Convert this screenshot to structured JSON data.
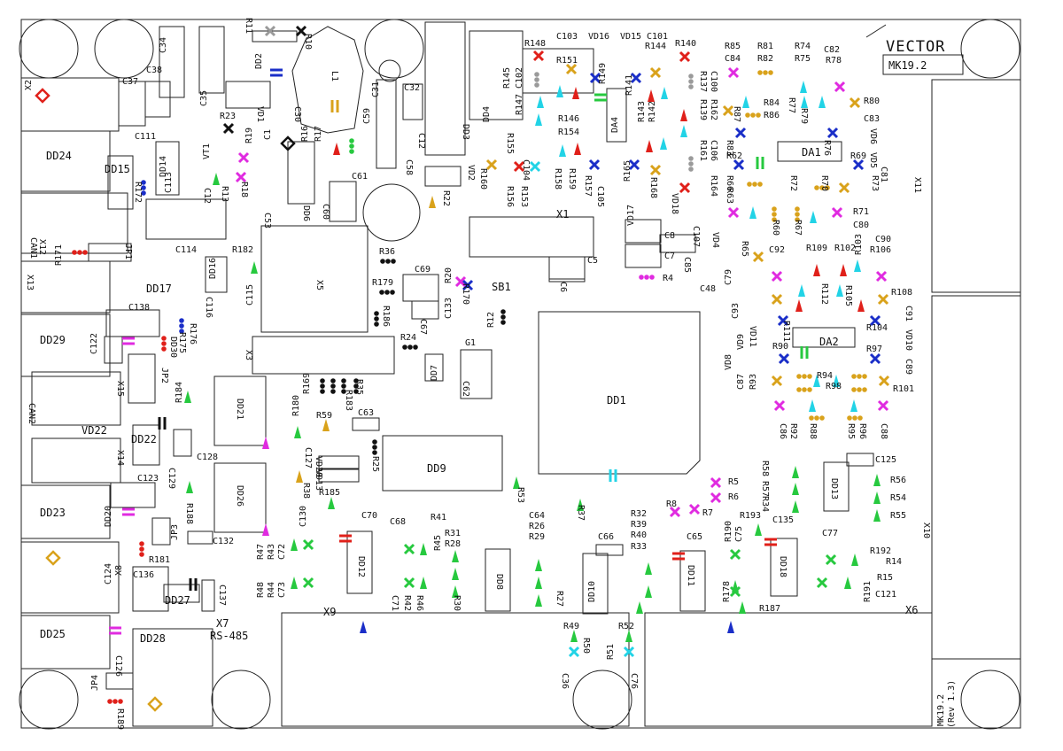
{
  "board": {
    "vendor": "VECTOR",
    "model": "MK19.2",
    "revision_line1": "MK19.2",
    "revision_line2": "(Rev 1.3)"
  },
  "marker_colors": {
    "red": "#e0201a",
    "cyan": "#22d3e6",
    "green": "#27c93f",
    "magenta": "#e02be0",
    "blue": "#1a2ec8",
    "orange": "#d9a21b",
    "black": "#111111",
    "gray": "#9a9a9a"
  },
  "labels": {
    "X2": "X2",
    "DD24": "DD24",
    "DD15": "DD15",
    "DD14": "DD14",
    "X12": "X12",
    "CAN1": "CAN1",
    "X13": "X13",
    "DD17": "DD17",
    "DD29": "DD29",
    "X15": "X15",
    "CAN2": "CAN2",
    "VD22": "VD22",
    "DD22": "DD22",
    "X14": "X14",
    "DD23": "DD23",
    "DD20": "DD20",
    "X8": "X8",
    "DD27": "DD27",
    "X7": "X7",
    "RS485": "RS-485",
    "DD25": "DD25",
    "DD28": "DD28",
    "JP4": "JP4",
    "R189": "R189",
    "C34": "C34",
    "C38": "C38",
    "C37": "C37",
    "C35": "C35",
    "C111": "C111",
    "VD1": "VD1",
    "C30": "C30",
    "R23": "R23",
    "R19": "R19",
    "VT1": "VT1",
    "R13": "R13",
    "R18": "R18",
    "C113": "C113",
    "C12": "C12",
    "R172": "R172",
    "C114": "C114",
    "R171": "R171",
    "JP1": "JP1",
    "DD16": "DD16",
    "R182": "R182",
    "C116": "C116",
    "C115": "C115",
    "C138": "C138",
    "R176": "R176",
    "R175": "R175",
    "DD30": "DD30",
    "C122": "C122",
    "JP2": "JP2",
    "X3": "X3",
    "R184": "R184",
    "DD21": "DD21",
    "C129": "C129",
    "C128": "C128",
    "DD26": "DD26",
    "C123": "C123",
    "R188": "R188",
    "JP3": "JP3",
    "C124": "C124",
    "R181": "R181",
    "C132": "C132",
    "C136": "C136",
    "C137": "C137",
    "C126": "C126",
    "R11": "R11",
    "DD2": "DD2",
    "R10": "R10",
    "L1": "L1",
    "C1": "C1",
    "R16": "R16",
    "R17": "R17",
    "C59": "C59",
    "C31": "C31",
    "C32": "C32",
    "DD3": "DD3",
    "C58": "C58",
    "C12b": "C12",
    "DD6": "DD6",
    "C53": "C53",
    "C60": "C60",
    "C61": "C61",
    "VD2": "VD2",
    "R22": "R22",
    "X5": "X5",
    "R36": "R36",
    "C69": "C69",
    "R179": "R179",
    "C67": "C67",
    "R20": "R20",
    "C133": "C133",
    "R170": "R170",
    "SB1": "SB1",
    "R186": "R186",
    "R24": "R24",
    "R12": "R12",
    "G1": "G1",
    "DD7": "DD7",
    "C62": "C62",
    "R169": "R169",
    "R183": "R183",
    "R35": "R35",
    "R180": "R180",
    "R59": "R59",
    "C63": "C63",
    "C127": "C127",
    "VD20": "VD20",
    "VD13": "VD13",
    "R25": "R25",
    "R38": "R38",
    "DD9": "DD9",
    "R185": "R185",
    "C130": "C130",
    "R47": "R47",
    "R43": "R43",
    "C72": "C72",
    "R48": "R48",
    "R44": "R44",
    "C73": "C73",
    "C70": "C70",
    "C68": "C68",
    "R41": "R41",
    "R45": "R45",
    "R31": "R31",
    "R28": "R28",
    "DD12": "DD12",
    "C71": "C71",
    "R42": "R42",
    "R46": "R46",
    "R30": "R30",
    "DD8": "DD8",
    "X9": "X9",
    "R148": "R148",
    "C103": "C103",
    "VD16": "VD16",
    "VD15": "VD15",
    "C101": "C101",
    "R144": "R144",
    "R140": "R140",
    "R145": "R145",
    "C102": "C102",
    "R147": "R147",
    "R151": "R151",
    "R149": "R149",
    "R141": "R141",
    "R137": "R137",
    "C100": "C100",
    "DD4": "DD4",
    "R146": "R146",
    "R143": "R143",
    "R142": "R142",
    "R139": "R139",
    "R162": "R162",
    "R155": "R155",
    "R154": "R154",
    "C104": "C104",
    "DA4": "DA4",
    "R161": "R161",
    "C106": "C106",
    "R160": "R160",
    "R156": "R156",
    "R153": "R153",
    "R158": "R158",
    "R159": "R159",
    "R157": "R157",
    "C105": "C105",
    "R165": "R165",
    "R168": "R168",
    "R164": "R164",
    "VD18": "VD18",
    "X1": "X1",
    "VD17": "VD17",
    "C8": "C8",
    "C107": "C107",
    "C5": "C5",
    "C6": "C6",
    "C7": "C7",
    "C85": "C85",
    "R4": "R4",
    "C48": "C48",
    "DD1": "DD1",
    "R53": "R53",
    "R37": "R37",
    "R8": "R8",
    "R7": "R7",
    "R5": "R5",
    "R6": "R6",
    "C64": "C64",
    "R26": "R26",
    "R29": "R29",
    "R32": "R32",
    "R39": "R39",
    "R40": "R40",
    "R33": "R33",
    "C66": "C66",
    "C65": "C65",
    "R27": "R27",
    "DD10": "DD10",
    "DD11": "DD11",
    "R49": "R49",
    "R50": "R50",
    "R52": "R52",
    "R51": "R51",
    "C36": "C36",
    "C76": "C76",
    "R85": "R85",
    "R81": "R81",
    "R74": "R74",
    "C82": "C82",
    "C84": "C84",
    "R82": "R82",
    "R75": "R75",
    "R78": "R78",
    "R87": "R87",
    "R84": "R84",
    "R77": "R77",
    "R80": "R80",
    "R86": "R86",
    "R79": "R79",
    "C83": "C83",
    "R83": "R83",
    "R76": "R76",
    "VD6": "VD6",
    "VD5": "VD5",
    "C81": "C81",
    "DA1": "DA1",
    "R62": "R62",
    "R69": "R69",
    "R73": "R73",
    "R66": "R66",
    "R72": "R72",
    "R70": "R70",
    "R63": "R63",
    "R71": "R71",
    "C80": "C80",
    "R67": "R67",
    "R60": "R60",
    "C79": "C79",
    "VD4": "VD4",
    "R65": "R65",
    "C92": "C92",
    "R109": "R109",
    "R102": "R102",
    "R103": "R103",
    "C90": "C90",
    "R106": "R106",
    "C93": "C93",
    "R112": "R112",
    "R105": "R105",
    "R108": "R108",
    "C91": "C91",
    "R111": "R111",
    "R104": "R104",
    "VD11": "VD11",
    "VD10": "VD10",
    "VD9": "VD9",
    "R90": "R90",
    "DA2": "DA2",
    "R97": "R97",
    "C89": "C89",
    "VD8": "VD8",
    "C87": "C87",
    "R93": "R93",
    "R94": "R94",
    "R98": "R98",
    "R101": "R101",
    "C86": "C86",
    "R92": "R92",
    "R88": "R88",
    "R95": "R95",
    "R96": "R96",
    "C88": "C88",
    "X11": "X11",
    "C125": "C125",
    "R58": "R58",
    "R57": "R57",
    "R34": "R34",
    "DD13": "DD13",
    "R56": "R56",
    "R54": "R54",
    "R55": "R55",
    "X10": "X10",
    "R190": "R190",
    "R193": "R193",
    "C135": "C135",
    "C75": "C75",
    "C77": "C77",
    "R192": "R192",
    "R14": "R14",
    "DD18": "DD18",
    "R178": "R178",
    "R187": "R187",
    "R15": "R15",
    "R191": "R191",
    "C121": "C121",
    "X6": "X6"
  }
}
